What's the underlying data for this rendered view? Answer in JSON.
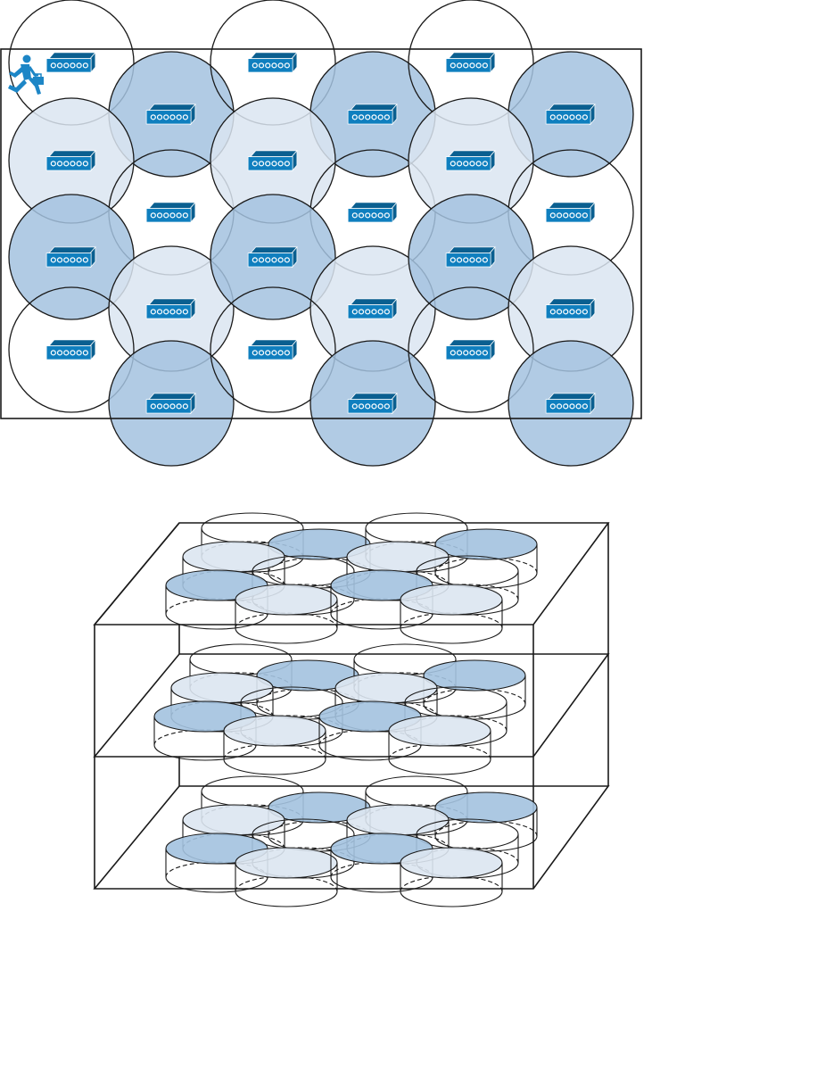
{
  "colors": {
    "coverage_dark": "#a3c2df",
    "coverage_light": "#dbe5f1",
    "coverage_none": "none",
    "access_point": "#0f7fbf",
    "access_point_dark": "#0a5f90",
    "person": "#1d86c6",
    "outline": "#1a1a1a"
  },
  "icons": {
    "access_point": "access-point-icon",
    "person": "running-person-icon"
  },
  "floor_plan": {
    "cells": [
      {
        "row": 0,
        "col": 0,
        "shade": "none"
      },
      {
        "row": 0,
        "col": 1,
        "shade": "dark"
      },
      {
        "row": 0,
        "col": 2,
        "shade": "none"
      },
      {
        "row": 0,
        "col": 3,
        "shade": "dark"
      },
      {
        "row": 0,
        "col": 4,
        "shade": "none"
      },
      {
        "row": 0,
        "col": 5,
        "shade": "dark"
      },
      {
        "row": 1,
        "col": 0,
        "shade": "light"
      },
      {
        "row": 1,
        "col": 1,
        "shade": "none"
      },
      {
        "row": 1,
        "col": 2,
        "shade": "light"
      },
      {
        "row": 1,
        "col": 3,
        "shade": "none"
      },
      {
        "row": 1,
        "col": 4,
        "shade": "light"
      },
      {
        "row": 1,
        "col": 5,
        "shade": "none"
      },
      {
        "row": 2,
        "col": 0,
        "shade": "dark"
      },
      {
        "row": 2,
        "col": 1,
        "shade": "light"
      },
      {
        "row": 2,
        "col": 2,
        "shade": "dark"
      },
      {
        "row": 2,
        "col": 3,
        "shade": "light"
      },
      {
        "row": 2,
        "col": 4,
        "shade": "dark"
      },
      {
        "row": 2,
        "col": 5,
        "shade": "light"
      },
      {
        "row": 3,
        "col": 0,
        "shade": "none"
      },
      {
        "row": 3,
        "col": 1,
        "shade": "dark"
      },
      {
        "row": 3,
        "col": 2,
        "shade": "none"
      },
      {
        "row": 3,
        "col": 3,
        "shade": "dark"
      },
      {
        "row": 3,
        "col": 4,
        "shade": "none"
      },
      {
        "row": 3,
        "col": 5,
        "shade": "dark"
      }
    ]
  },
  "building": {
    "floors": 3,
    "cells_per_floor": [
      {
        "row": 0,
        "col": 0,
        "shade": "none"
      },
      {
        "row": 0,
        "col": 1,
        "shade": "dark"
      },
      {
        "row": 0,
        "col": 2,
        "shade": "none"
      },
      {
        "row": 0,
        "col": 3,
        "shade": "dark"
      },
      {
        "row": 1,
        "col": 0,
        "shade": "light"
      },
      {
        "row": 1,
        "col": 1,
        "shade": "none"
      },
      {
        "row": 1,
        "col": 2,
        "shade": "light"
      },
      {
        "row": 1,
        "col": 3,
        "shade": "none"
      },
      {
        "row": 2,
        "col": 0,
        "shade": "dark"
      },
      {
        "row": 2,
        "col": 1,
        "shade": "light"
      },
      {
        "row": 2,
        "col": 2,
        "shade": "dark"
      },
      {
        "row": 2,
        "col": 3,
        "shade": "light"
      }
    ]
  }
}
